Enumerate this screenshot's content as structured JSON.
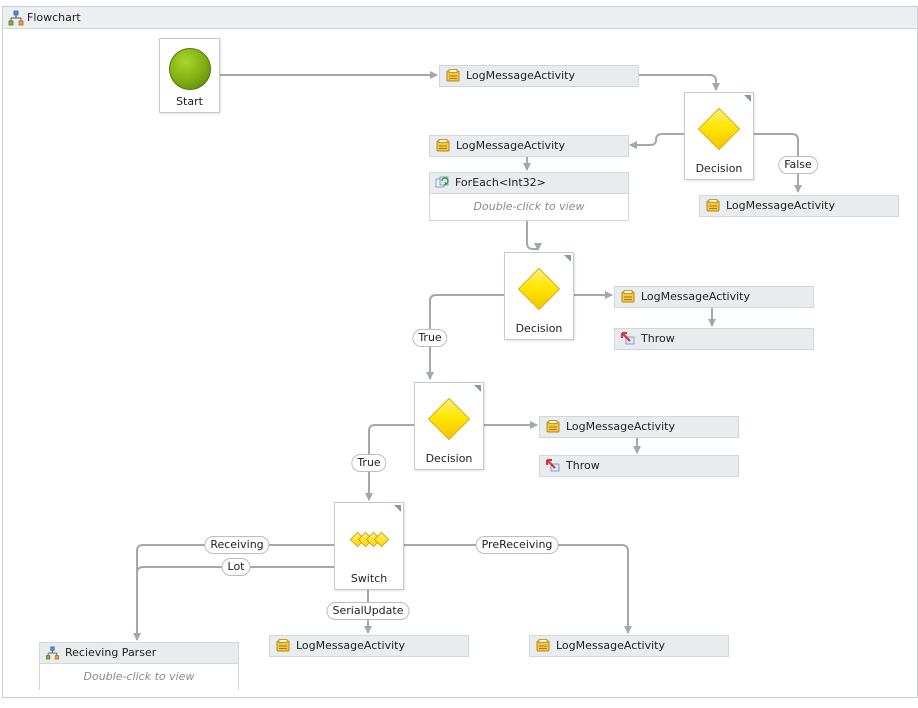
{
  "window": {
    "title": "Flowchart"
  },
  "start": {
    "label": "Start"
  },
  "activities": {
    "log1": "LogMessageActivity",
    "log2": "LogMessageActivity",
    "log3": "LogMessageActivity",
    "log4": "LogMessageActivity",
    "log5": "LogMessageActivity",
    "log6": "LogMessageActivity",
    "log7": "LogMessageActivity",
    "throw1": "Throw",
    "throw2": "Throw"
  },
  "foreach": {
    "label": "ForEach<Int32>",
    "hint": "Double-click to view"
  },
  "parser": {
    "label": "Recieving Parser",
    "hint": "Double-click to view"
  },
  "decisions": {
    "d1": "Decision",
    "d2": "Decision",
    "d3": "Decision"
  },
  "switch": {
    "label": "Switch"
  },
  "edge_labels": {
    "false1": "False",
    "true1": "True",
    "true2": "True",
    "receiving": "Receiving",
    "lot": "Lot",
    "serial_update": "SerialUpdate",
    "pre_receiving": "PreReceiving"
  },
  "colors": {
    "connector": "#a4a8ad",
    "decision": "#ffe600",
    "start": "#7fad12",
    "throw": "#d6363a"
  },
  "icons": {
    "flowchart": "flowchart-icon",
    "log": "log-activity-icon",
    "foreach": "foreach-icon",
    "throw": "throw-icon",
    "decision": "decision-diamond-icon",
    "switch": "switch-diamonds-icon",
    "start": "start-circle-icon"
  }
}
